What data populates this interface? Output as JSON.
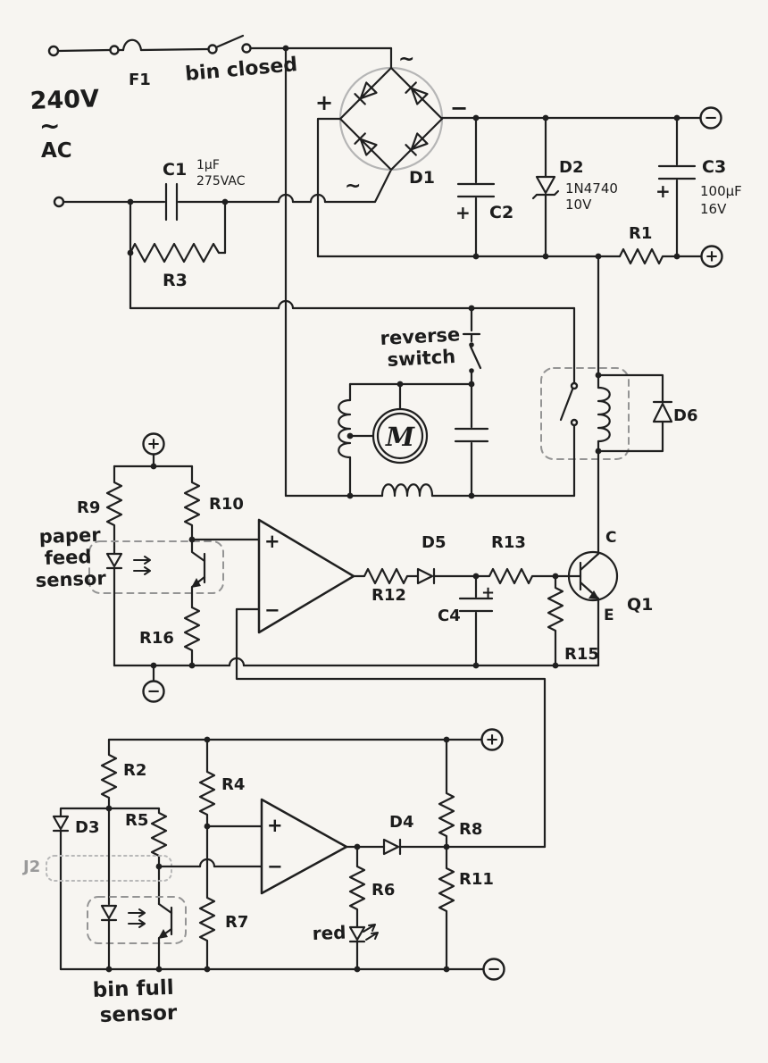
{
  "power": {
    "voltage": "240V",
    "tilde": "~",
    "ac": "AC",
    "fuse": "F1",
    "switch_label": "bin closed",
    "c1": "C1",
    "c1_value": "1μF",
    "c1_rating": "275VAC",
    "r3": "R3",
    "bridge": "D1",
    "bridge_plus": "+",
    "bridge_minus": "−",
    "bridge_ac_top": "~",
    "bridge_ac_bottom": "~",
    "c2": "C2",
    "c2_plus": "+",
    "d2": "D2",
    "d2_part": "1N4740",
    "d2_volt": "10V",
    "c3": "C3",
    "c3_plus": "+",
    "c3_value": "100μF",
    "c3_volt": "16V",
    "r1": "R1",
    "neg_terminal": "−",
    "pos_terminal": "+"
  },
  "motor": {
    "reverse_1": "reverse",
    "reverse_2": "switch",
    "m": "M",
    "d6": "D6"
  },
  "feed": {
    "plus_terminal": "+",
    "minus_terminal": "−",
    "r9": "R9",
    "r10": "R10",
    "sensor_1": "paper",
    "sensor_2": "feed",
    "sensor_3": "sensor",
    "r16": "R16",
    "opamp_plus": "+",
    "opamp_minus": "−",
    "r12": "R12",
    "d5": "D5",
    "c4": "C4",
    "c4_plus": "+",
    "r13": "R13",
    "r15": "R15",
    "q1": "Q1",
    "q1_c": "C",
    "q1_e": "E"
  },
  "bin": {
    "plus_terminal": "+",
    "minus_terminal": "−",
    "r2": "R2",
    "d3": "D3",
    "r5": "R5",
    "j2": "J2",
    "r4": "R4",
    "r7": "R7",
    "opamp_plus": "+",
    "opamp_minus": "−",
    "d4": "D4",
    "r6": "R6",
    "red_label": "red",
    "r8": "R8",
    "r11": "R11",
    "sensor_1": "bin full",
    "sensor_2": "sensor"
  }
}
